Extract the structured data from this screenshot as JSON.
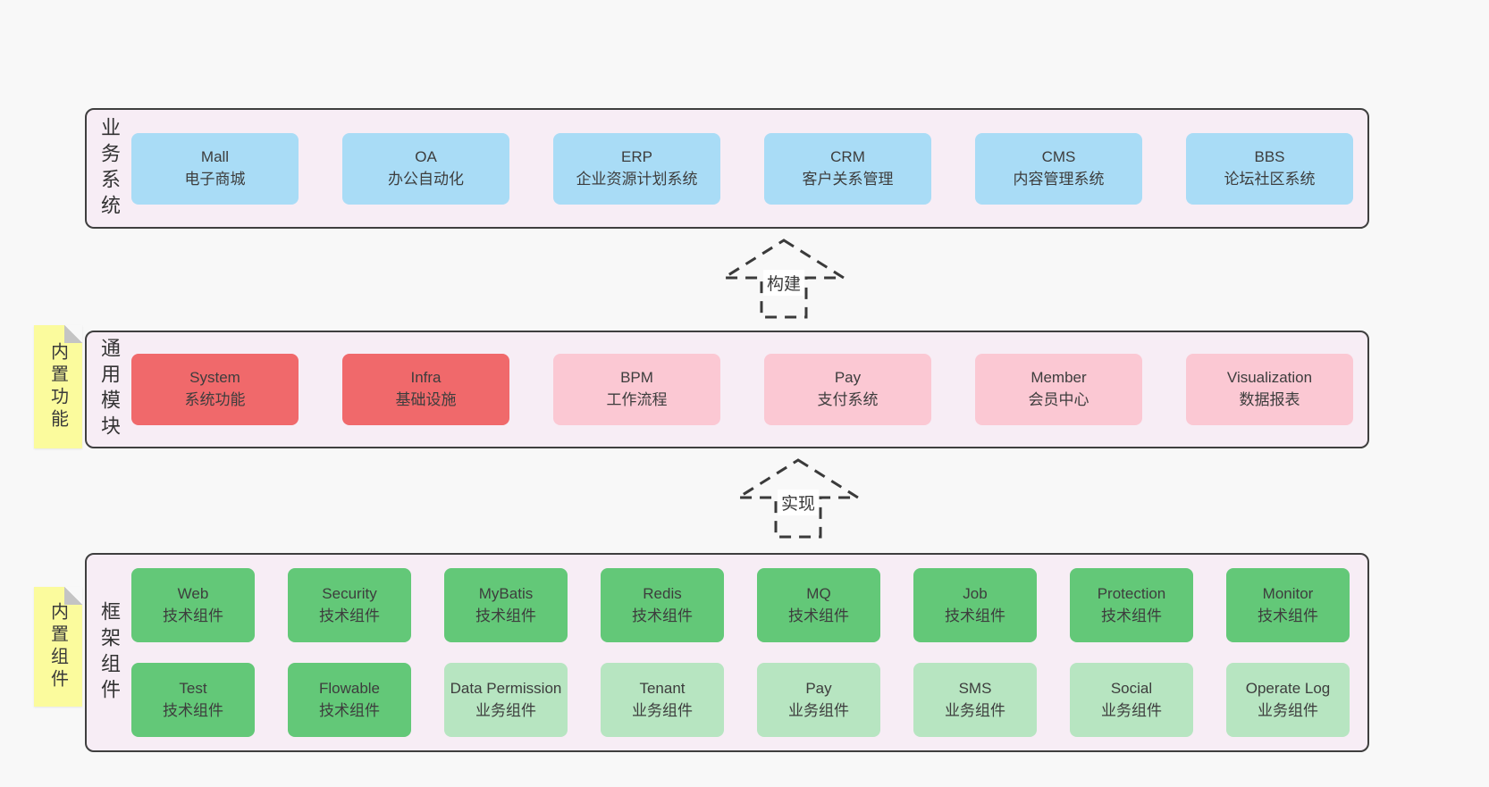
{
  "colors": {
    "page_bg": "#f8f8f8",
    "panel_bg": "#f7edf5",
    "panel_border": "#3f3f3f",
    "blue": "#a9dcf6",
    "red": "#f0696b",
    "pink": "#fbc8d3",
    "green_dark": "#63c878",
    "green_light": "#b7e5c1",
    "sticky_yellow": "#fbfb9d",
    "text": "#3d3d3d"
  },
  "panels": [
    {
      "id": "business-systems",
      "side_label": "业务系统",
      "boxes": [
        {
          "title": "Mall",
          "subtitle": "电子商城"
        },
        {
          "title": "OA",
          "subtitle": "办公自动化"
        },
        {
          "title": "ERP",
          "subtitle": "企业资源计划系统"
        },
        {
          "title": "CRM",
          "subtitle": "客户关系管理"
        },
        {
          "title": "CMS",
          "subtitle": "内容管理系统"
        },
        {
          "title": "BBS",
          "subtitle": "论坛社区系统"
        }
      ]
    },
    {
      "id": "common-modules",
      "side_label": "通用模块",
      "sticky_tab": "内置功能",
      "boxes": [
        {
          "title": "System",
          "subtitle": "系统功能"
        },
        {
          "title": "Infra",
          "subtitle": "基础设施"
        },
        {
          "title": "BPM",
          "subtitle": "工作流程"
        },
        {
          "title": "Pay",
          "subtitle": "支付系统"
        },
        {
          "title": "Member",
          "subtitle": "会员中心"
        },
        {
          "title": "Visualization",
          "subtitle": "数据报表"
        }
      ]
    },
    {
      "id": "framework-components",
      "side_label": "框架组件",
      "sticky_tab": "内置组件",
      "boxes_row1": [
        {
          "title": "Web",
          "subtitle": "技术组件"
        },
        {
          "title": "Security",
          "subtitle": "技术组件"
        },
        {
          "title": "MyBatis",
          "subtitle": "技术组件"
        },
        {
          "title": "Redis",
          "subtitle": "技术组件"
        },
        {
          "title": "MQ",
          "subtitle": "技术组件"
        },
        {
          "title": "Job",
          "subtitle": "技术组件"
        },
        {
          "title": "Protection",
          "subtitle": "技术组件"
        },
        {
          "title": "Monitor",
          "subtitle": "技术组件"
        }
      ],
      "boxes_row2": [
        {
          "title": "Test",
          "subtitle": "技术组件"
        },
        {
          "title": "Flowable",
          "subtitle": "技术组件"
        },
        {
          "title": "Data Permission",
          "subtitle": "业务组件"
        },
        {
          "title": "Tenant",
          "subtitle": "业务组件"
        },
        {
          "title": "Pay",
          "subtitle": "业务组件"
        },
        {
          "title": "SMS",
          "subtitle": "业务组件"
        },
        {
          "title": "Social",
          "subtitle": "业务组件"
        },
        {
          "title": "Operate Log",
          "subtitle": "业务组件"
        }
      ]
    }
  ],
  "arrows": [
    {
      "label": "构建"
    },
    {
      "label": "实现"
    }
  ]
}
